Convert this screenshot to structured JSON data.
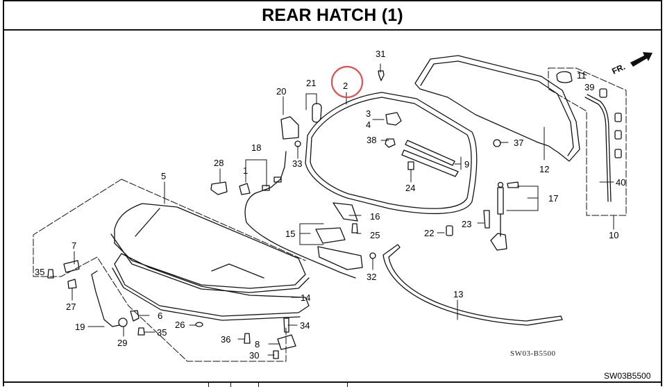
{
  "title": "REAR HATCH (1)",
  "highlight_color": "#e05050",
  "highlighted_part": "2",
  "direction_indicator": {
    "label": "FR.",
    "icon": "arrow-right-icon"
  },
  "figure_ref": "SW03-B5500",
  "diagram_code": "SW03B5500",
  "callouts": {
    "p1": "1",
    "p2": "2",
    "p3": "3",
    "p4": "4",
    "p5": "5",
    "p6": "6",
    "p7": "7",
    "p8": "8",
    "p9": "9",
    "p10": "10",
    "p11": "11",
    "p12": "12",
    "p13": "13",
    "p14": "14",
    "p15": "15",
    "p16": "16",
    "p17": "17",
    "p18": "18",
    "p19": "19",
    "p20": "20",
    "p21": "21",
    "p22": "22",
    "p23": "23",
    "p24": "24",
    "p25": "25",
    "p26": "26",
    "p27": "27",
    "p28": "28",
    "p29": "29",
    "p30": "30",
    "p31": "31",
    "p32": "32",
    "p33": "33",
    "p34": "34",
    "p35a": "35",
    "p35b": "35",
    "p36": "36",
    "p37": "37",
    "p38": "38",
    "p39": "39",
    "p40": "40"
  }
}
